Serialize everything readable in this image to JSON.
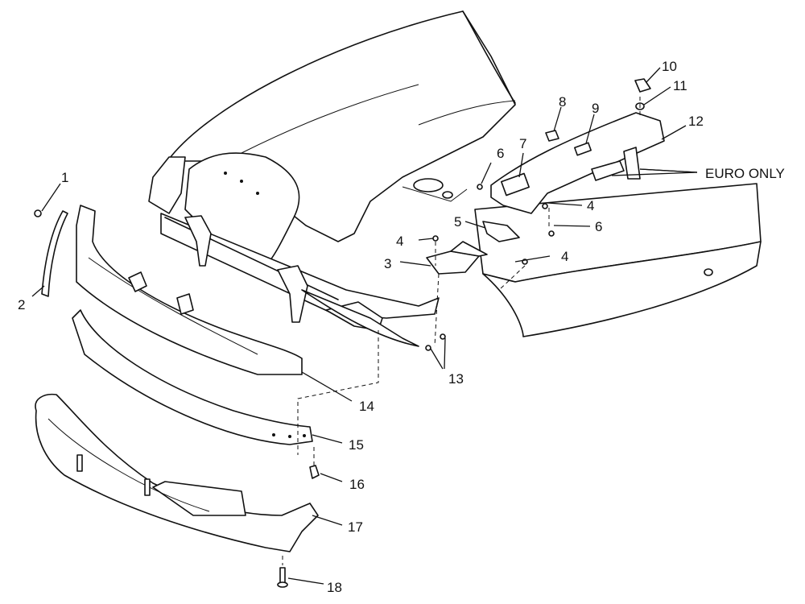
{
  "callouts": {
    "c1": "1",
    "c2": "2",
    "c3": "3",
    "c4a": "4",
    "c4b": "4",
    "c4c": "4",
    "c5": "5",
    "c6a": "6",
    "c6b": "6",
    "c7": "7",
    "c8": "8",
    "c9": "9",
    "c10": "10",
    "c11": "11",
    "c12": "12",
    "c13": "13",
    "c14": "14",
    "c15": "15",
    "c16": "16",
    "c17": "17",
    "c18": "18"
  },
  "notes": {
    "euro_only": "EURO ONLY"
  }
}
